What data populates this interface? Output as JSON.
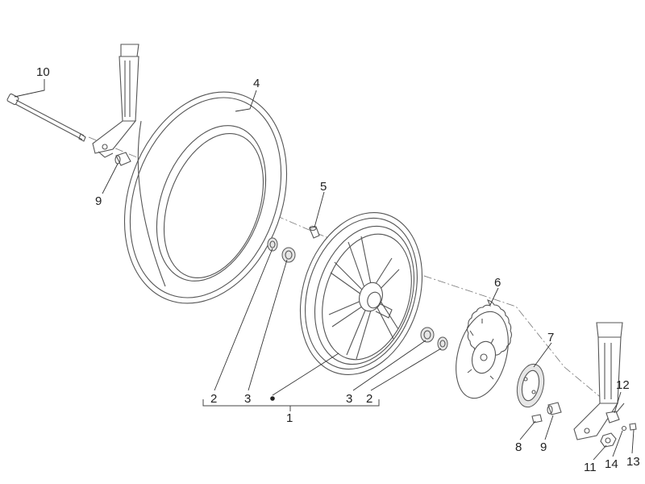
{
  "callouts": [
    {
      "id": "c10",
      "text": "10"
    },
    {
      "id": "c4",
      "text": "4"
    },
    {
      "id": "c9a",
      "text": "9"
    },
    {
      "id": "c5",
      "text": "5"
    },
    {
      "id": "c6",
      "text": "6"
    },
    {
      "id": "c7",
      "text": "7"
    },
    {
      "id": "c12",
      "text": "12"
    },
    {
      "id": "c2a",
      "text": "2"
    },
    {
      "id": "c3a",
      "text": "3"
    },
    {
      "id": "c3b",
      "text": "3"
    },
    {
      "id": "c2b",
      "text": "2"
    },
    {
      "id": "c1",
      "text": "1"
    },
    {
      "id": "c8",
      "text": "8"
    },
    {
      "id": "c9b",
      "text": "9"
    },
    {
      "id": "c11",
      "text": "11"
    },
    {
      "id": "c14",
      "text": "14"
    },
    {
      "id": "c13",
      "text": "13"
    }
  ]
}
